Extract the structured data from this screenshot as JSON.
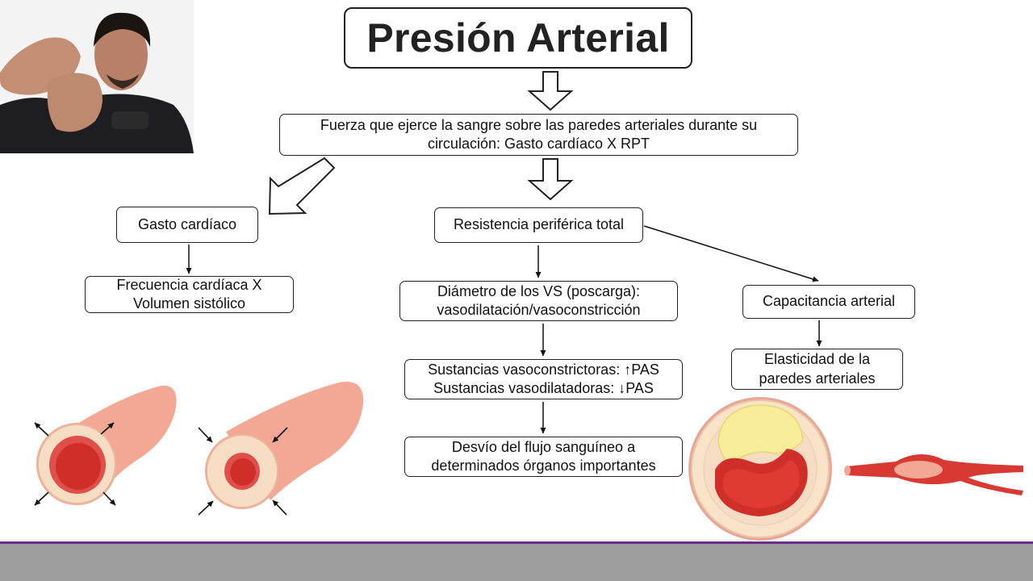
{
  "title": "Presión Arterial",
  "definition": {
    "line1": "Fuerza que ejerce la sangre sobre las paredes arteriales durante su",
    "line2_prefix": "circulación: ",
    "line2_formula": "Gasto cardíaco X RPT"
  },
  "gasto_cardiaco": {
    "label": "Gasto cardíaco",
    "detail_line1": "Frecuencia cardíaca X",
    "detail_line2": "Volumen sistólico"
  },
  "resistencia": {
    "label": "Resistencia periférica total",
    "diametro_line1": "Diámetro de los VS (poscarga):",
    "diametro_line2": "vasodilatación/vasoconstricción",
    "sustancias_line1": "Sustancias vasoconstrictoras: ↑PAS",
    "sustancias_line2": "Sustancias vasodilatadoras: ↓PAS",
    "desvio_line1": "Desvío del flujo sanguíneo a",
    "desvio_line2": "determinados órganos importantes"
  },
  "capacitancia": {
    "label": "Capacitancia arterial",
    "detail_line1": "Elasticidad de la",
    "detail_line2": "paredes arteriales"
  },
  "colors": {
    "vessel_outer": "#f2a894",
    "vessel_wall": "#f7dcc4",
    "lumen": "#d9342b",
    "plaque": "#f7ec9a",
    "footer": "#9e9e9e",
    "footer_border": "#6a2c86"
  }
}
